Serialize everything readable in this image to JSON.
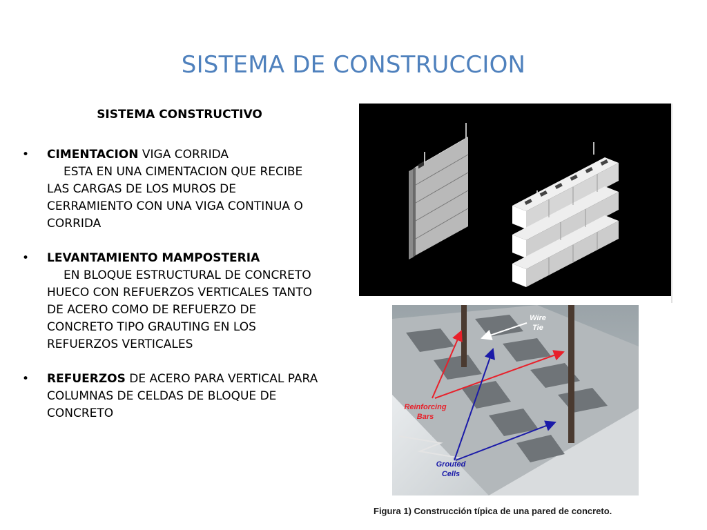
{
  "slide": {
    "title": "SISTEMA DE CONSTRUCCION",
    "subtitle": "SISTEMA CONSTRUCTIVO",
    "bullets": [
      {
        "bold": "CIMENTACION",
        "rest": " VIGA CORRIDA",
        "description": "ESTA EN UNA CIMENTACION QUE RECIBE LAS CARGAS DE LOS MUROS DE CERRAMIENTO CON UNA VIGA CONTINUA O CORRIDA"
      },
      {
        "bold": "LEVANTAMIENTO MAMPOSTERIA",
        "rest": "",
        "description": "EN BLOQUE ESTRUCTURAL DE CONCRETO HUECO CON REFUERZOS VERTICALES TANTO DE ACERO COMO DE REFUERZO DE CONCRETO TIPO GRAUTING EN LOS REFUERZOS VERTICALES"
      },
      {
        "bold": "REFUERZOS",
        "rest": " DE ACERO PARA VERTICAL PARA COLUMNAS  DE CELDAS DE BLOQUE DE CONCRETO",
        "description": ""
      }
    ]
  },
  "figure_photo": {
    "labels": {
      "wire_tie_1": "Wire",
      "wire_tie_2": "Tie",
      "reinforcing_1": "Reinforcing",
      "reinforcing_2": "Bars",
      "grouted_1": "Grouted",
      "grouted_2": "Cells"
    },
    "colors": {
      "reinforcing": "#e8202a",
      "grouted": "#1a1aa8",
      "wire_tie": "#ffffff"
    },
    "caption": "Figura 1) Construcción típica de una pared de concreto."
  }
}
